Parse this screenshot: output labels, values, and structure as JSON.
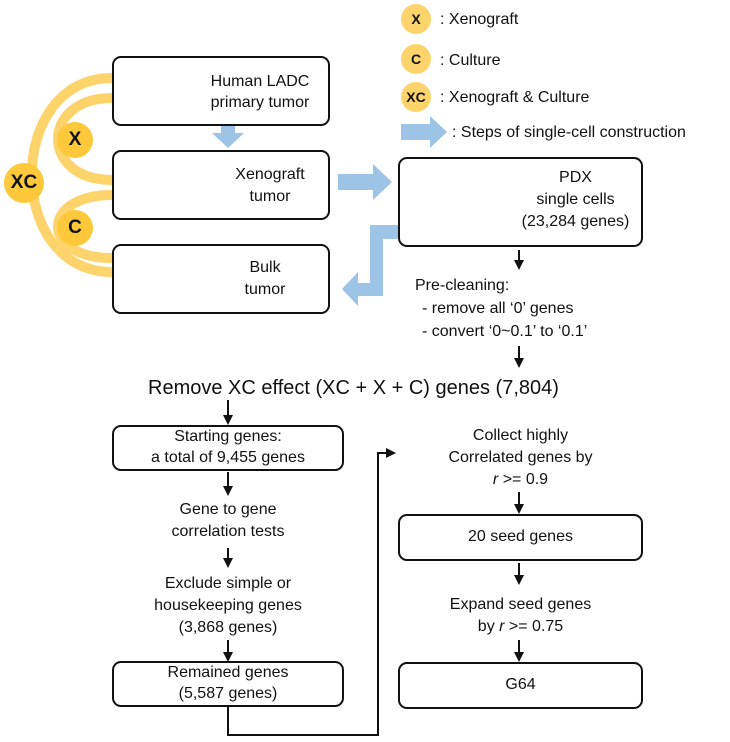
{
  "legend": {
    "x_badge": "X",
    "x_label": ": Xenograft",
    "c_badge": "C",
    "c_label": ": Culture",
    "xc_badge": "XC",
    "xc_label": ": Xenograft  & Culture",
    "arrow_label": ":  Steps of single-cell construction"
  },
  "left": {
    "primary_line1": "Human LADC",
    "primary_line2": "primary tumor",
    "xenograft_line1": "Xenograft",
    "xenograft_line2": "tumor",
    "bulk_line1": "Bulk",
    "bulk_line2": "tumor",
    "x_badge": "X",
    "c_badge": "C",
    "xc_badge": "XC"
  },
  "pdx": {
    "line1": "PDX",
    "line2": "single cells",
    "line3": "(23,284 genes)"
  },
  "precleaning": {
    "title": "Pre-cleaning:",
    "item1": "- remove all ‘0’ genes",
    "item2": "- convert ‘0~0.1’ to ‘0.1’"
  },
  "remove_effect": "Remove XC effect (XC + X + C) genes (7,804)",
  "left_flow": {
    "start_line1": "Starting genes:",
    "start_line2": "a total of 9,455 genes",
    "corr_line1": "Gene to gene",
    "corr_line2": "correlation tests",
    "excl_line1": "Exclude simple or",
    "excl_line2": "housekeeping genes",
    "excl_line3": "(3,868 genes)",
    "remain_line1": "Remained genes",
    "remain_line2": "(5,587 genes)"
  },
  "right_flow": {
    "collect_line1": "Collect highly",
    "collect_line2": "Correlated genes by",
    "collect_r": "r",
    "collect_cond": " >= 0.9",
    "seed": "20 seed genes",
    "expand_line1": "Expand seed genes",
    "expand_by": "by ",
    "expand_r": "r",
    "expand_cond": " >= 0.75",
    "g64": "G64"
  }
}
